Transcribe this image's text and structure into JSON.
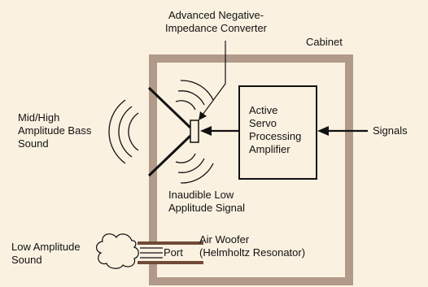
{
  "labels": {
    "anc_line1": "Advanced Negative-",
    "anc_line2": "Impedance Converter",
    "cabinet": "Cabinet",
    "bass_line1": "Mid/High",
    "bass_line2": "Amplitude Bass",
    "bass_line3": "Sound",
    "amp_line1": "Active",
    "amp_line2": "Servo",
    "amp_line3": "Processing",
    "amp_line4": "Amplifier",
    "signals": "Signals",
    "inaudible_line1": "Inaudible Low",
    "inaudible_line2": "Applitude Signal",
    "low_amp_line1": "Low Amplitude",
    "low_amp_line2": "Sound",
    "port": "Port",
    "woofer_line1": "Air Woofer",
    "woofer_line2": "(Helmholtz Resonator)"
  },
  "colors": {
    "background": "#fbf1e1",
    "cabinet_wall": "#b19a89",
    "port_tube": "#6f4a36",
    "ink": "#111111"
  }
}
